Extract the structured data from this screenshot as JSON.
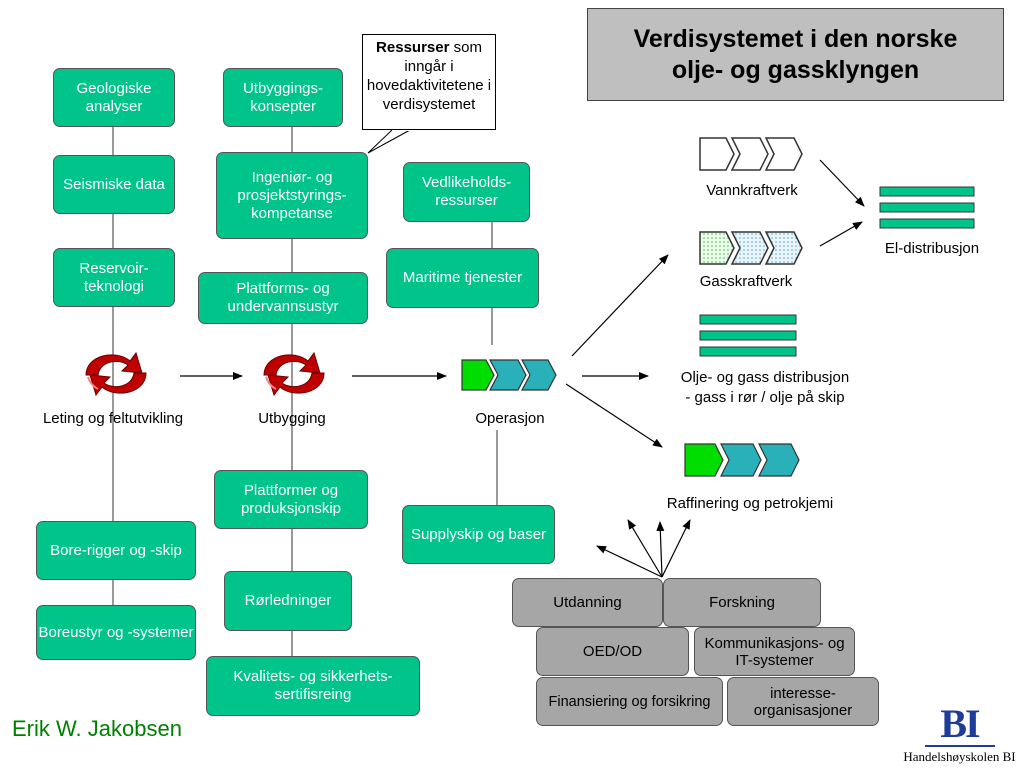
{
  "title": {
    "line1": "Verdisystemet i den norske",
    "line2": "olje- og gassklyngen"
  },
  "callout": {
    "bold": "Ressurser",
    "rest": " som inngår i hovedaktivitetene i verdisystemet"
  },
  "column1": {
    "geologiske": "Geologiske analyser",
    "seismiske": "Seismiske data",
    "reservoir": "Reservoir-teknologi",
    "stage_label": "Leting og feltutvikling",
    "borerigger": "Bore-rigger og -skip",
    "boreustyr": "Boreustyr og -systemer"
  },
  "column2": {
    "utbyggingskonsepter": "Utbyggings-konsepter",
    "ingenior": "Ingeniør- og prosjektstyrings-kompetanse",
    "plattforms": "Plattforms- og undervannsustyr",
    "stage_label": "Utbygging",
    "plattformer": "Plattformer og produksjonskip",
    "rorledninger": "Rørledninger",
    "kvalitets": "Kvalitets- og sikkerhets-sertifisreing"
  },
  "column3": {
    "vedlikeholds": "Vedlikeholds-ressurser",
    "maritime": "Maritime tjenester",
    "stage_label": "Operasjon",
    "supplyskip": "Supplyskip og baser"
  },
  "right": {
    "vannkraftverk": "Vannkraftverk",
    "gasskraftverk": "Gasskraftverk",
    "el_distribusjon": "El-distribusjon",
    "olje_gass_line1": "Olje- og gass distribusjon",
    "olje_gass_line2": "- gass i rør / olje på skip",
    "raffinering": "Raffinering og petrokjemi"
  },
  "support": {
    "utdanning": "Utdanning",
    "forskning": "Forskning",
    "oed": "OED/OD",
    "kommunikasjon": "Kommunikasjons- og IT-systemer",
    "finansiering": "Finansiering og forsikring",
    "interesse": "interesse-organisasjoner"
  },
  "footer": {
    "author": "Erik W. Jakobsen",
    "logo_text": "BI",
    "logo_school": "Handelshøyskolen BI"
  },
  "colors": {
    "green_box": "#00c48a",
    "gray_box": "#a6a6a6",
    "title_bg": "#bfbfbf",
    "cycle_red": "#c00000",
    "teal": "#2ab0b8",
    "author_green": "#008000"
  }
}
